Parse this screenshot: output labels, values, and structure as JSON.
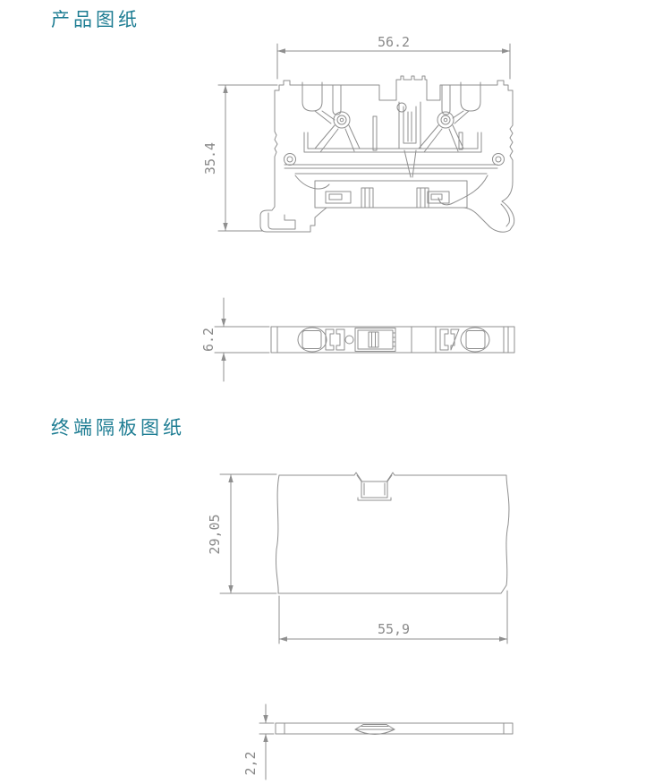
{
  "headings": {
    "product_drawing": "产品图纸",
    "partition_drawing": "终端隔板图纸"
  },
  "drawings": {
    "terminal_block_front": {
      "dim_width": "56.2",
      "dim_height": "35.4"
    },
    "terminal_block_top": {
      "dim_depth": "6.2"
    },
    "partition_front": {
      "dim_height": "29,05",
      "dim_width": "55,9"
    },
    "partition_side": {
      "dim_thickness": "2,2"
    }
  },
  "colors": {
    "background": "#ffffff",
    "heading_text": "#1e7d93",
    "drawing_line": "#8f8f8f",
    "dimension_text": "#8a8a8a"
  }
}
